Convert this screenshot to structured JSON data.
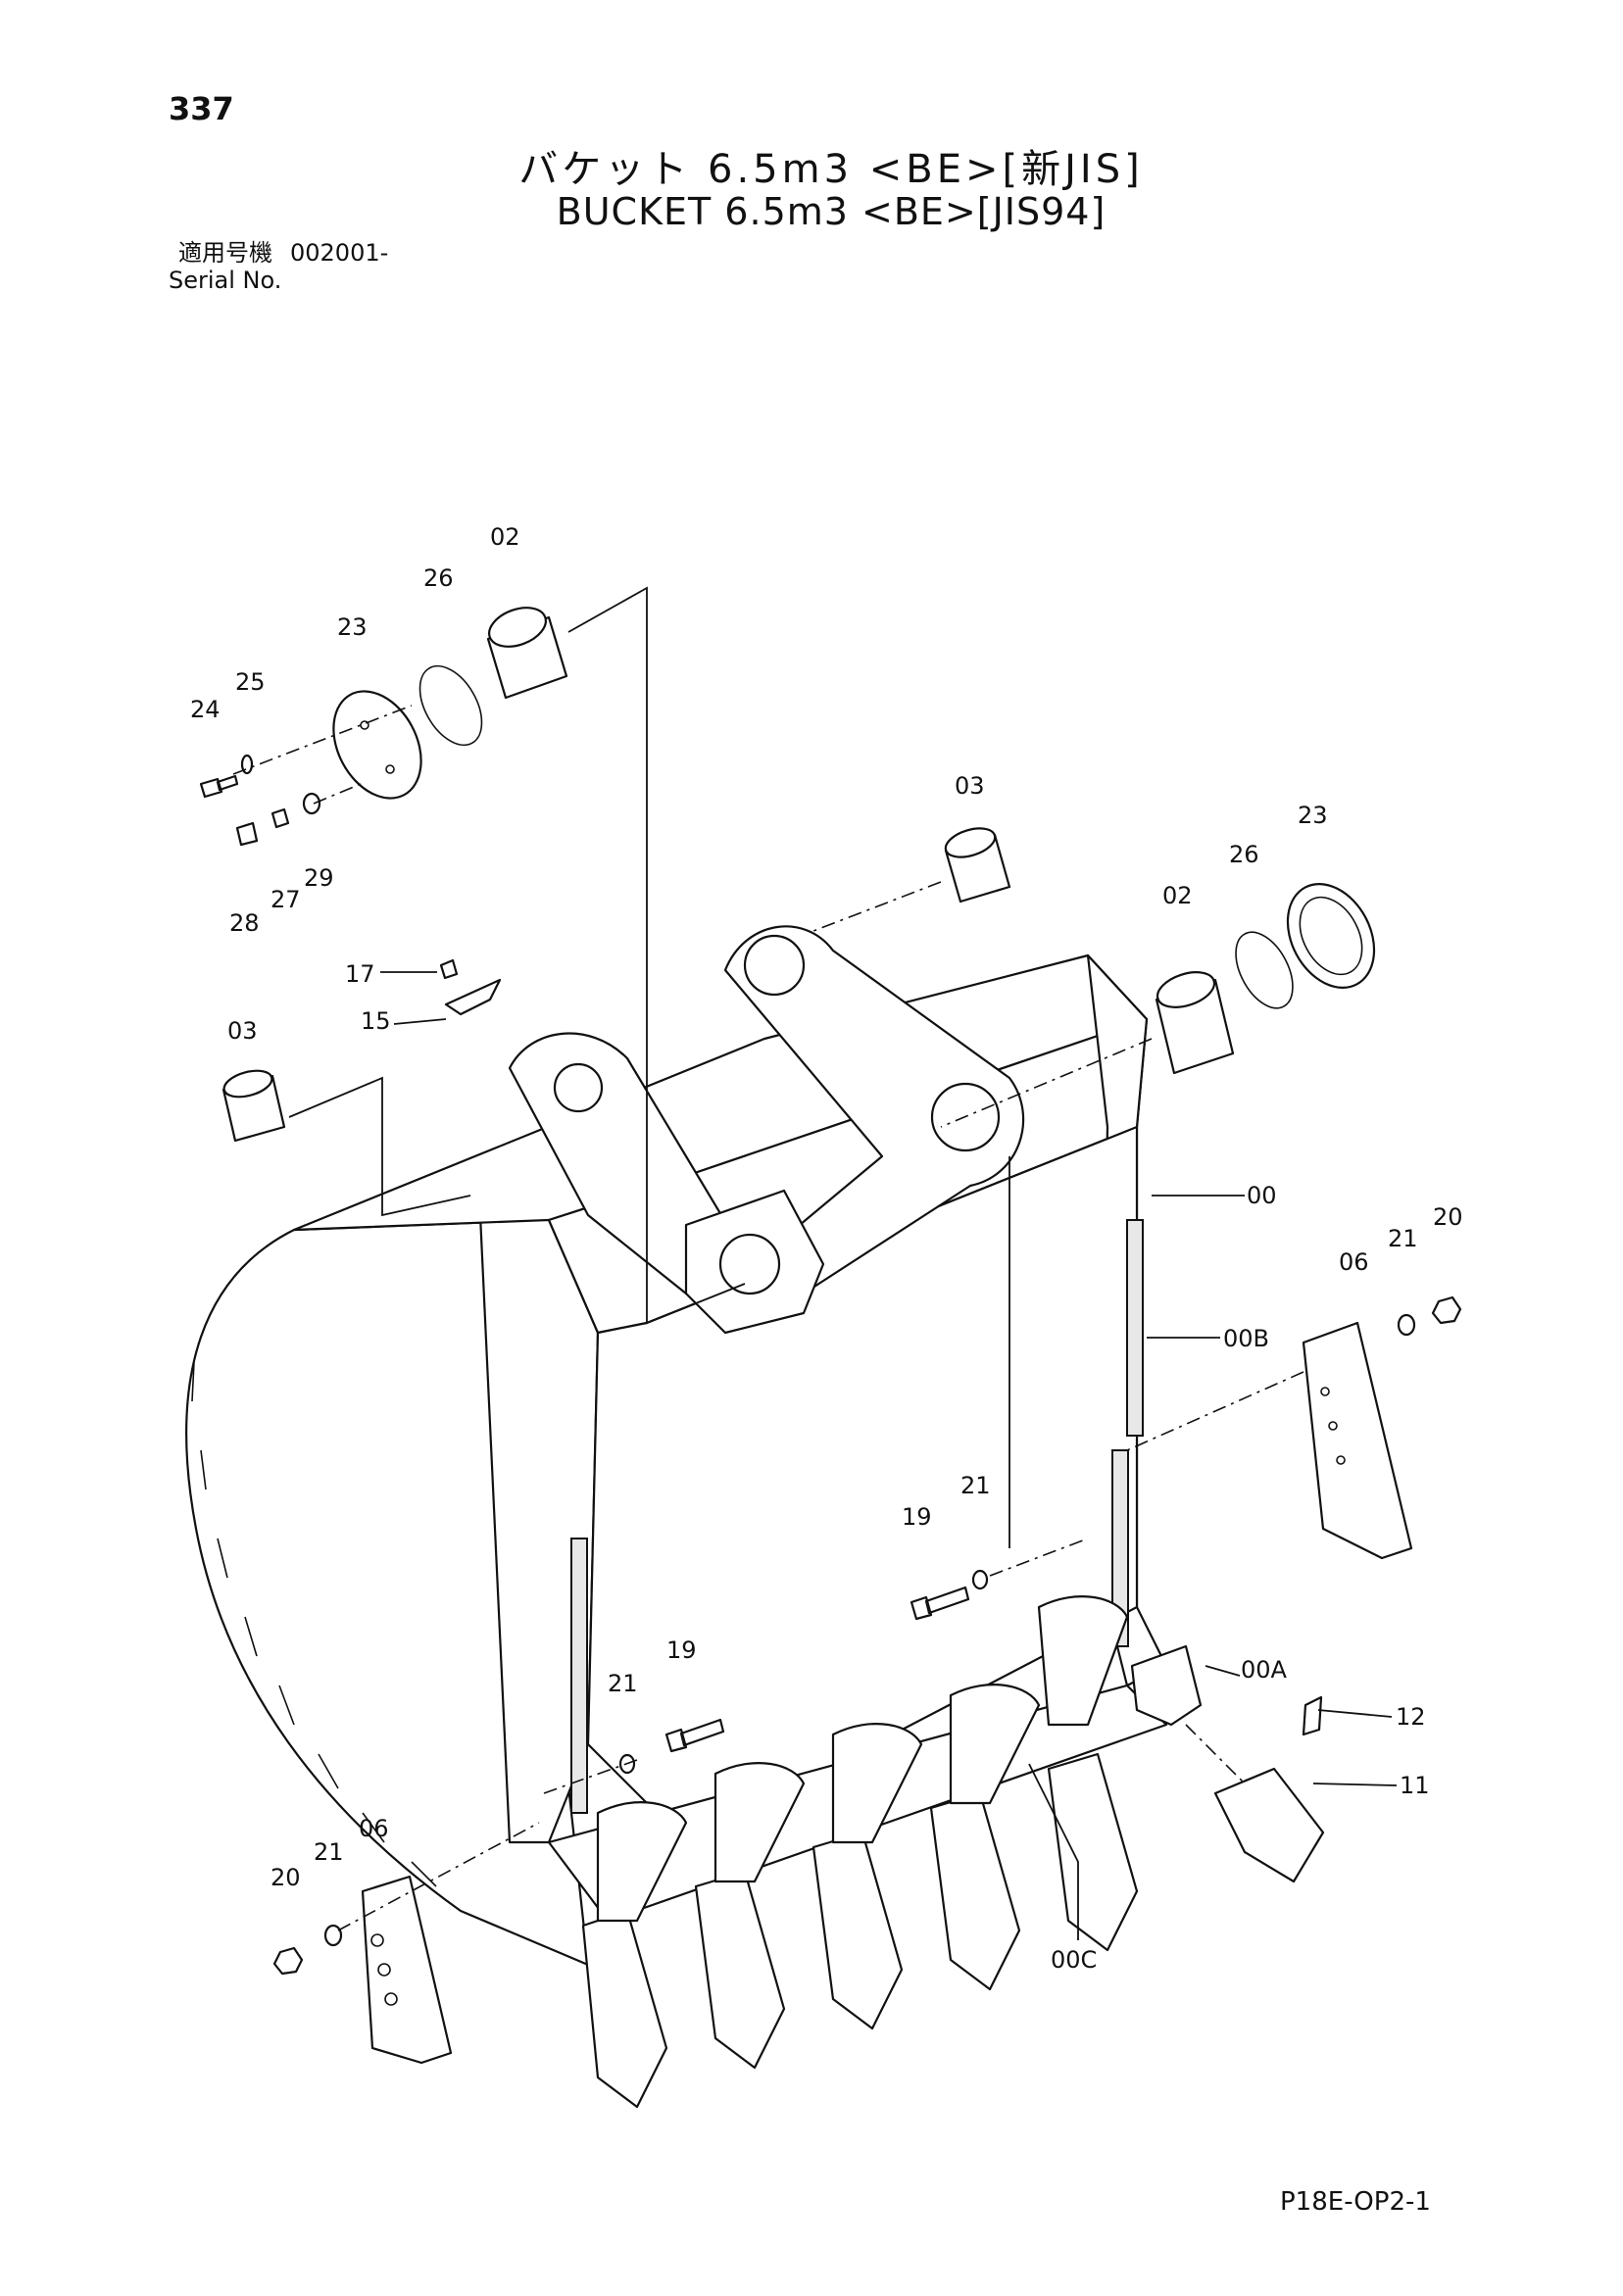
{
  "header": {
    "page_number": "337",
    "title_jp": "バケット 6.5m3 <BE>[新JIS]",
    "title_en": "BUCKET 6.5m3 <BE>[JIS94]",
    "serial_label_jp": "適用号機",
    "serial_value": "002001-",
    "serial_label_en": "Serial No."
  },
  "part_labels": {
    "p02_top": "02",
    "p26_top": "26",
    "p23_top": "23",
    "p25": "25",
    "p24": "24",
    "p28": "28",
    "p27": "27",
    "p29": "29",
    "p03_right": "03",
    "p03_left": "03",
    "p17": "17",
    "p15": "15",
    "p02_right": "02",
    "p26_right": "26",
    "p23_right": "23",
    "p00": "00",
    "p00B": "00B",
    "p21_right": "21",
    "p20_right": "20",
    "p06_right": "06",
    "p19_mid": "19",
    "p21_mid": "21",
    "p19_low": "19",
    "p21_low": "21",
    "p00A": "00A",
    "p12": "12",
    "p11": "11",
    "p06_left": "06",
    "p21_left": "21",
    "p20_left": "20",
    "p00C": "00C"
  },
  "footer": {
    "drawing_code": "P18E-OP2-1"
  }
}
